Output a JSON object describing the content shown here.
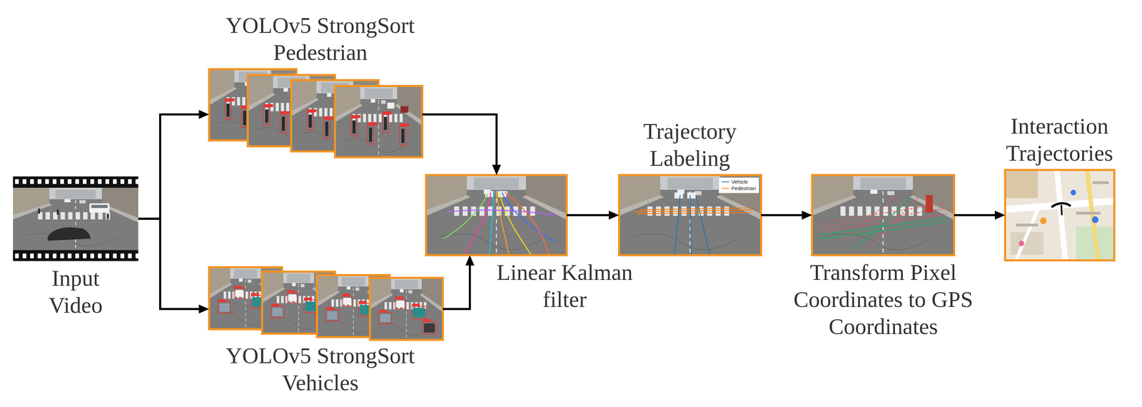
{
  "diagram": {
    "nodes": [
      {
        "text": [
          "Input Video"
        ]
      },
      {
        "text": [
          "YOLOv5 StrongSort Pedestrian"
        ]
      },
      {
        "text": [
          "YOLOv5 StrongSort Vehicles"
        ]
      },
      {
        "text": [
          "Linear Kalman filter"
        ]
      },
      {
        "text": [
          "Trajectory Labeling"
        ]
      },
      {
        "text": [
          "Transform Pixel Coordinates to GPS Coordinates"
        ]
      },
      {
        "text": [
          "Interaction Trajectories"
        ]
      }
    ],
    "edges": [
      {
        "from": 0,
        "to": 1,
        "arrow": "to"
      },
      {
        "from": 0,
        "to": 2,
        "arrow": "to"
      },
      {
        "from": 1,
        "to": 3,
        "arrow": "to"
      },
      {
        "from": 2,
        "to": 3,
        "arrow": "to"
      },
      {
        "from": 3,
        "to": 4,
        "arrow": "to"
      },
      {
        "from": 4,
        "to": 5,
        "arrow": "to"
      },
      {
        "from": 5,
        "to": 6,
        "arrow": "to"
      }
    ],
    "legend": [
      {
        "text": "Vehicle"
      },
      {
        "text": "Pedestrian"
      }
    ]
  }
}
